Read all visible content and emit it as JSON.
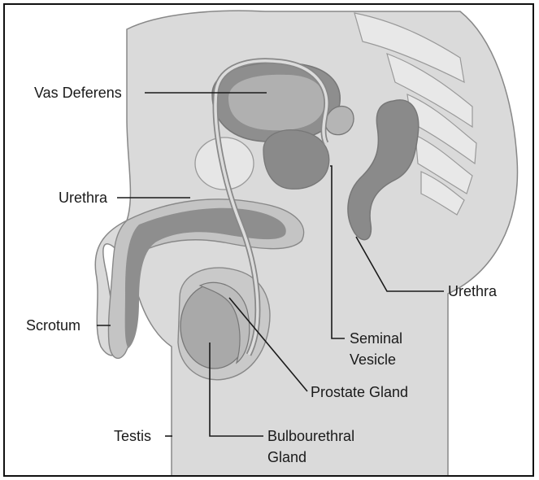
{
  "labels": {
    "vas_deferens": "Vas Deferens",
    "urethra_left": "Urethra",
    "scrotum": "Scrotum",
    "testis": "Testis",
    "seminal_vesicle_line1": "Seminal",
    "seminal_vesicle_line2": "Vesicle",
    "prostate_gland": "Prostate Gland",
    "bulbourethral_line1": "Bulbourethral",
    "bulbourethral_line2": "Gland",
    "urethra_right": "Urethra"
  },
  "colors": {
    "body_fill": "#dadada",
    "organ_dark": "#8a8a8a",
    "organ_mid": "#a9a9a9",
    "organ_light": "#c4c4c4",
    "outline": "#777777",
    "label_text": "#1a1a1a"
  }
}
